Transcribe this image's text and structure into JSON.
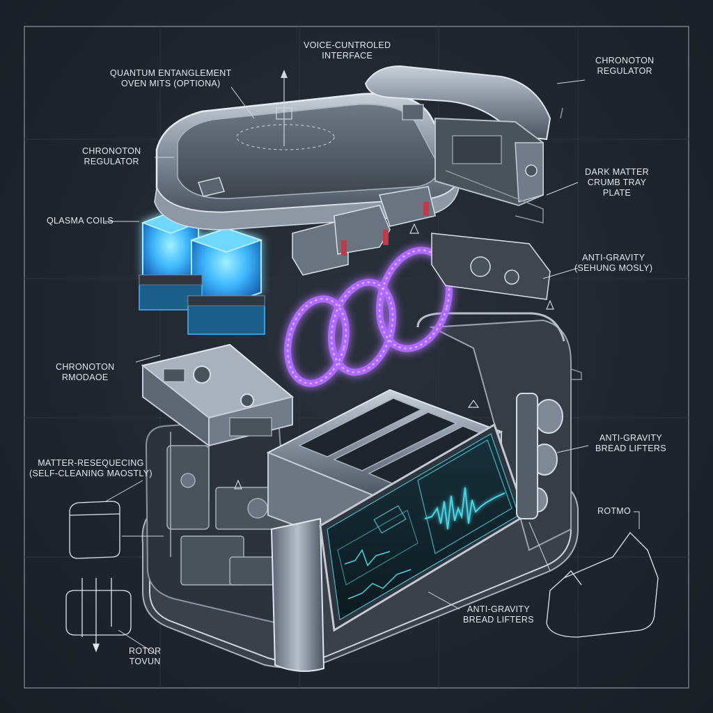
{
  "colors": {
    "background": "#1f252d",
    "frame": "#8c949e",
    "metal": "#8b95a2",
    "plasma": "#3fb8ff",
    "rings": "#b06bff",
    "screen": "#49d7e6"
  },
  "labels": {
    "voice": {
      "line1": "VOICE-CUNTROLED",
      "line2": "INTERFACE"
    },
    "quantum": {
      "line1": "QUANTUM ENTANGLEMENT",
      "line2": "OVEN MITS (OPTIONA)"
    },
    "chronoton_tr": {
      "line1": "CHRONOTON",
      "line2": "REGULATOR"
    },
    "chronoton_l": {
      "line1": "CHRONOTON",
      "line2": "REGULATOR"
    },
    "dark_matter": {
      "line1": "DARK MATTER",
      "line2": "CRUMB TRAY",
      "line3": "PLATE"
    },
    "plasma": {
      "line1": "QLASMA COILS"
    },
    "antigrav_mid": {
      "line1": "ANTI-GRAVITY",
      "line2": "(SEHUNG MOSLY)"
    },
    "chronoton_mod": {
      "line1": "CHRONOTON",
      "line2": "RMODAOE"
    },
    "antigrav_right": {
      "line1": "ANTI-GRAVITY",
      "line2": "BREAD LIFTERS"
    },
    "matter": {
      "line1": "MATTER-RESEQUECING",
      "line2": "(SELF-CLEANING MAOSTLY)"
    },
    "rotmo": {
      "line1": "ROTMO"
    },
    "antigrav_bottom": {
      "line1": "ANTI-GRAVITY",
      "line2": "BREAD LIFTERS"
    },
    "rotor": {
      "line1": "ROTOR",
      "line2": "TOVUN"
    }
  }
}
